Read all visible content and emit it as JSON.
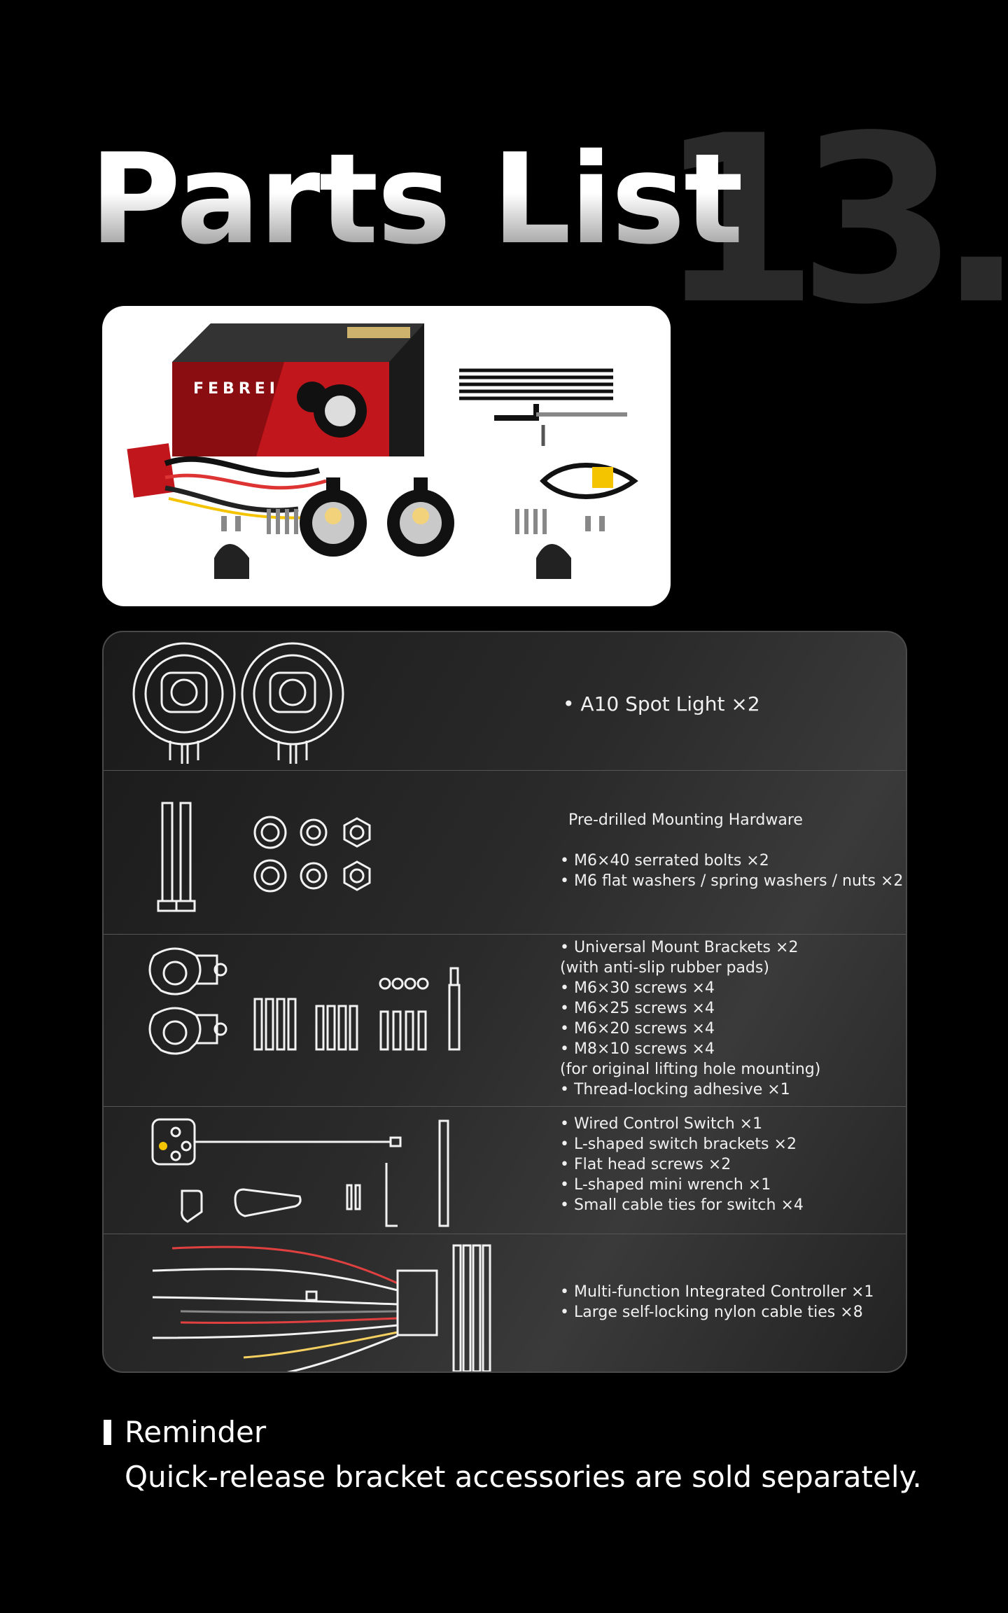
{
  "page": {
    "background_color": "#000000",
    "title": "Parts List",
    "section_number": "13."
  },
  "product_photo": {
    "box_brand": "FEBREI"
  },
  "parts": [
    {
      "icon": "spotlight-icon",
      "lines": [
        "• A10 Spot Light ×2"
      ]
    },
    {
      "icon": "mounting-hardware-icon",
      "heading": "Pre-drilled Mounting Hardware",
      "lines": [
        "• M6×40 serrated bolts ×2",
        "• M6 flat washers / spring washers / nuts ×2"
      ]
    },
    {
      "icon": "bracket-screws-icon",
      "lines": [
        "• Universal Mount Brackets ×2",
        "(with anti-slip rubber pads)",
        "• M6×30 screws ×4",
        "• M6×25 screws ×4",
        "• M6×20 screws ×4",
        "• M8×10 screws ×4",
        "(for original lifting hole mounting)",
        "• Thread-locking adhesive ×1"
      ]
    },
    {
      "icon": "control-switch-icon",
      "lines": [
        "• Wired Control Switch ×1",
        "• L-shaped switch brackets ×2",
        "• Flat head screws ×2",
        "• L-shaped mini wrench ×1",
        "• Small cable ties for switch ×4"
      ]
    },
    {
      "icon": "controller-harness-icon",
      "lines": [
        "• Multi-function Integrated Controller ×1",
        "• Large self-locking nylon cable ties ×8"
      ]
    }
  ],
  "reminder": {
    "heading": "Reminder",
    "note": "Quick-release bracket accessories are sold separately."
  }
}
